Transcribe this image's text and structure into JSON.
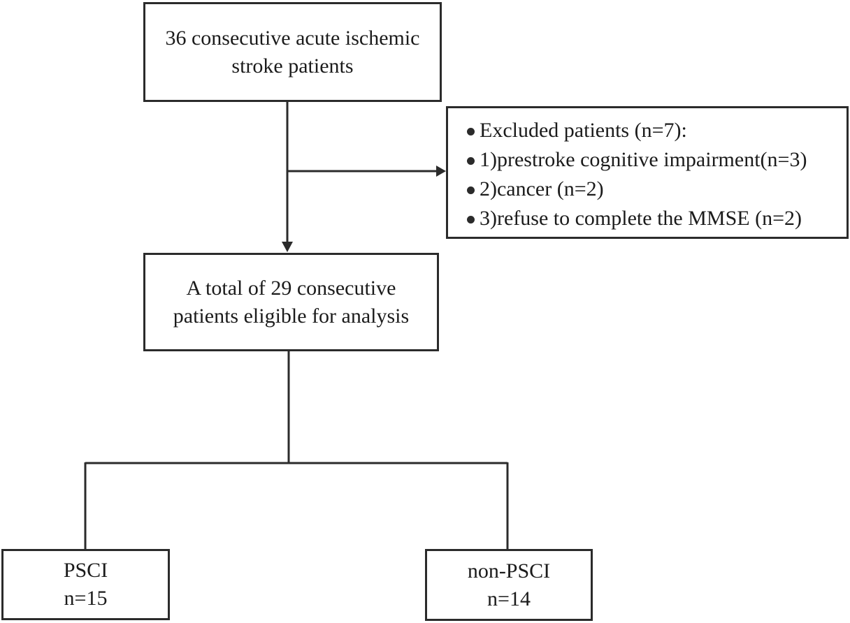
{
  "canvas": {
    "background_color": "#ffffff",
    "line_color": "#2b2b2b",
    "text_color": "#1b1b1b"
  },
  "flowchart": {
    "initial_box": {
      "line1": "36 consecutive acute ischemic",
      "line2": "stroke patients"
    },
    "excluded_box": {
      "items": [
        "Excluded patients (n=7):",
        "1)prestroke cognitive impairment(n=3)",
        "2)cancer (n=2)",
        "3)refuse to complete the MMSE (n=2)"
      ]
    },
    "eligible_box": {
      "line1": "A total of 29 consecutive",
      "line2": "patients eligible for analysis"
    },
    "psci_box": {
      "line1": "PSCI",
      "line2": "n=15"
    },
    "non_psci_box": {
      "line1": "non-PSCI",
      "line2": "n=14"
    }
  }
}
